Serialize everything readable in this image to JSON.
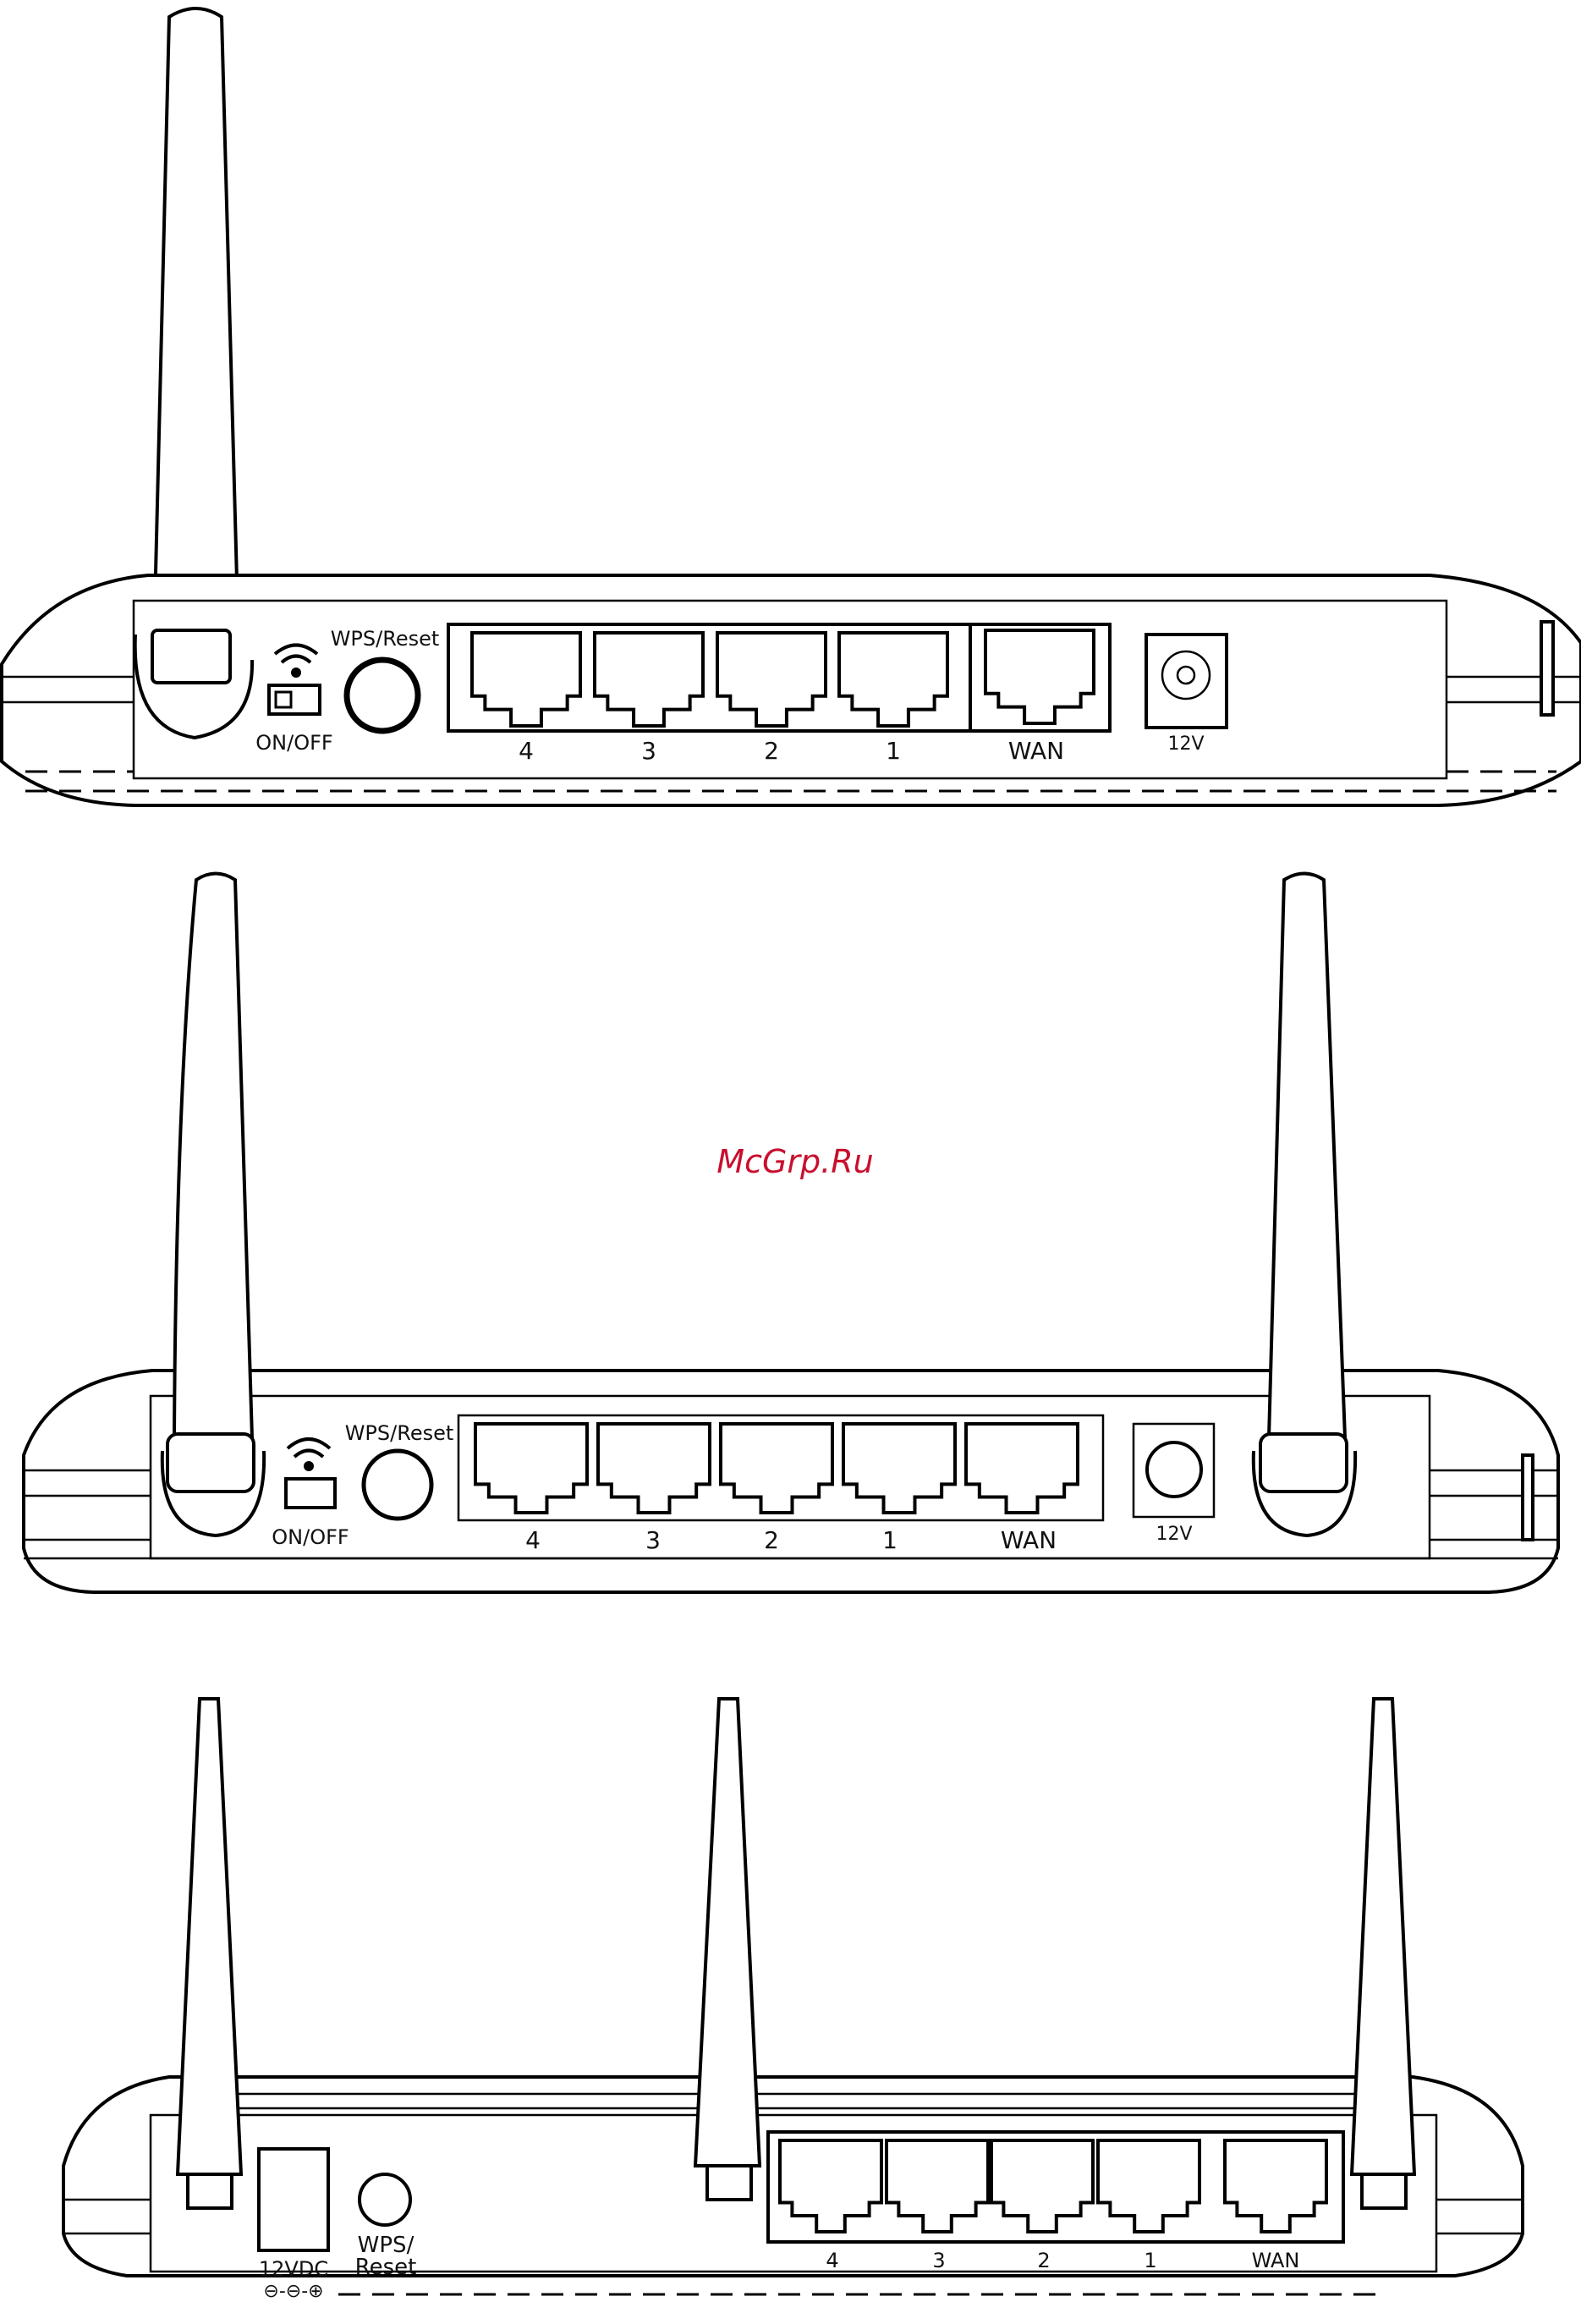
{
  "watermark": "McGrp.Ru",
  "routers": [
    {
      "wps_label": "WPS/Reset",
      "switch_label": "ON/OFF",
      "port_labels": [
        "4",
        "3",
        "2",
        "1",
        "WAN"
      ],
      "power_label": "12V"
    },
    {
      "wps_label": "WPS/Reset",
      "switch_label": "ON/OFF",
      "port_labels": [
        "4",
        "3",
        "2",
        "1",
        "WAN"
      ],
      "power_label": "12V"
    },
    {
      "wps_label_line1": "WPS/",
      "wps_label_line2": "Reset",
      "power_label": "12VDC",
      "polarity_label": "⊖-⊖-⊕",
      "port_labels": [
        "4",
        "3",
        "2",
        "1",
        "WAN"
      ]
    }
  ]
}
